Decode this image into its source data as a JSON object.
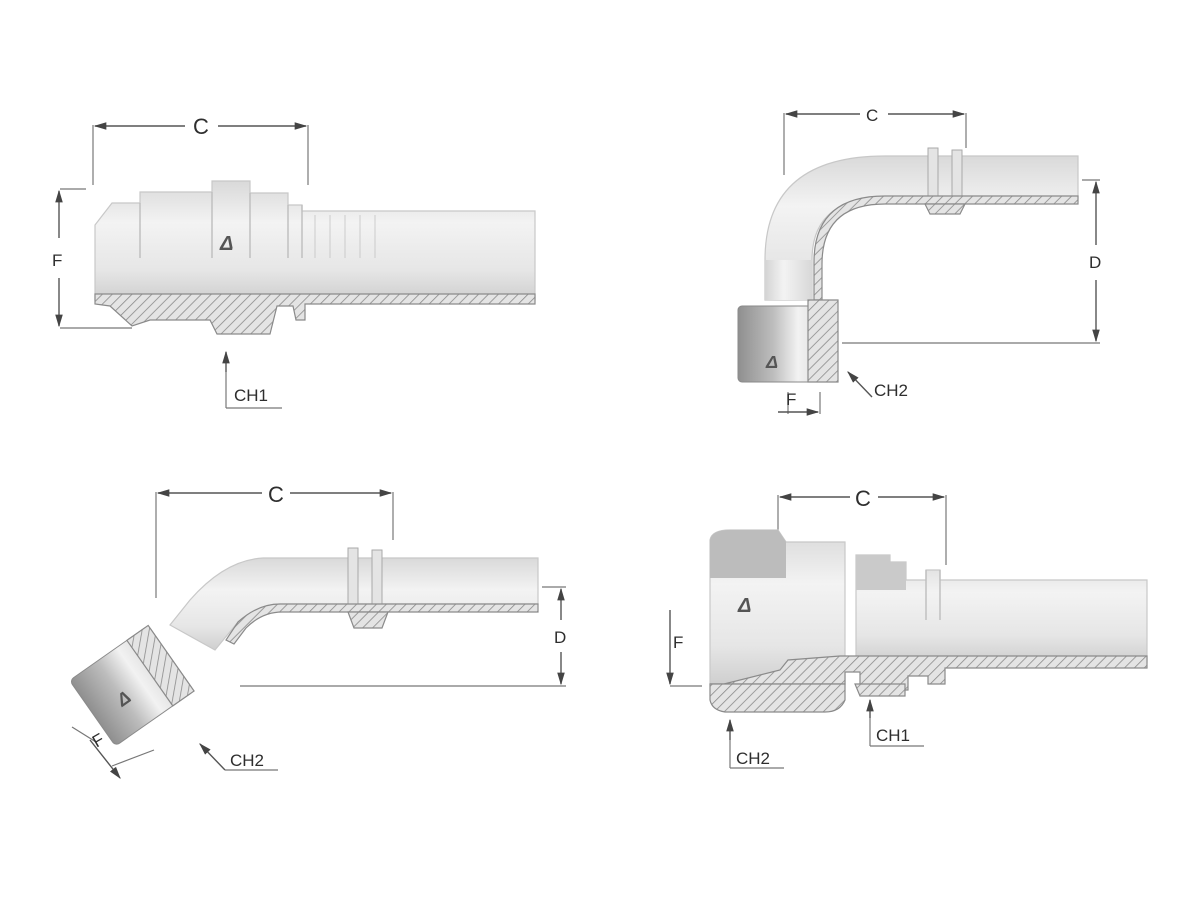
{
  "figure": {
    "description": "Four hydraulic hose fitting variants with dimension callouts",
    "colors": {
      "metal_light": "#ededed",
      "metal_mid": "#d6d6d6",
      "metal_dark": "#a9a9a9",
      "hatch_line": "#8a8a8a",
      "dimension_line": "#555555",
      "label": "#2e2e2e",
      "background": "#ffffff"
    }
  },
  "fittings": [
    {
      "name": "straight-male-fitting",
      "position": "top-left",
      "labels": {
        "length": "C",
        "thread": "F",
        "hex1": "CH1"
      }
    },
    {
      "name": "elbow-90-female-swivel-fitting",
      "position": "top-right",
      "labels": {
        "length": "C",
        "drop": "D",
        "thread": "F",
        "hex2": "CH2"
      }
    },
    {
      "name": "elbow-45-female-swivel-fitting",
      "position": "bottom-left",
      "labels": {
        "length": "C",
        "drop": "D",
        "thread": "F",
        "hex2": "CH2"
      }
    },
    {
      "name": "straight-female-swivel-fitting",
      "position": "bottom-right",
      "labels": {
        "length": "C",
        "thread": "F",
        "hex1": "CH1",
        "hex2": "CH2"
      }
    }
  ],
  "logo_icon": "manufacturer-logo-icon"
}
